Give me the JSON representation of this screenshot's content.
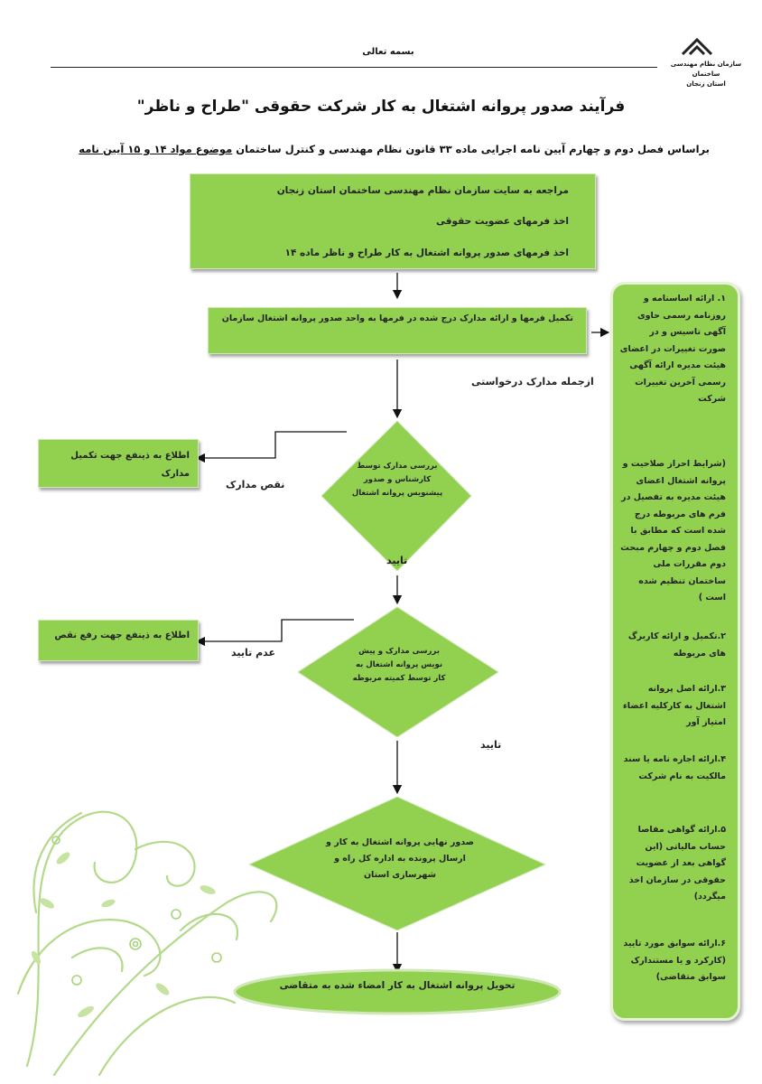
{
  "header": {
    "bismillah": "بسمه تعالی",
    "org_line1": "سازمان نظام مهندسی ساختمان",
    "org_line2": "استان زنجان"
  },
  "title": "فرآیند صدور پروانه اشتغال به کار شرکت حقوقی \"طراح و ناظر\"",
  "subtitle": {
    "part1": "براساس فصل دوم و چهارم آیین نامه اجرایی ماده ۳۳ قانون نظام مهندسی و کنترل ساختمان ",
    "part2": "موضوع مواد ۱۴ و ۱۵ آیین نامه"
  },
  "flow": {
    "step1_line1": "مراجعه به سایت سازمان نظام مهندسی ساختمان استان زنجان",
    "step1_line2": "اخذ فرمهای عضویت حقوقی",
    "step1_line3": "اخذ فرمهای صدور پروانه اشتغال به کار طراح و ناظر ماده ۱۴",
    "step2": "تکمیل فرمها و ارائه مدارک درج شده در فرمها به واحد صدور پروانه اشتغال سازمان",
    "docs_label": "ازجمله مدارک درخواستی",
    "decision1": "بررسی مدارک توسط کارشناس و صدور پیشنویس پروانه اشتغال",
    "decision1_no": "نقص مدارک",
    "decision1_no_box": "اطلاع به ذینفع جهت تکمیل مدارک",
    "decision1_yes": "تایید",
    "decision2": "بررسی مدارک و پیش نویس پروانه اشتغال به کار توسط کمیته مربوطه",
    "decision2_no": "عدم تایید",
    "decision2_no_box": "اطلاع به ذینفع جهت رفع نقص",
    "decision2_yes": "تایید",
    "decision3": "صدور نهایی پروانه اشتغال به کار و ارسال پرونده  به اداره کل راه و شهرسازی استان",
    "final": "تحویل پروانه اشتغال به کار امضاء شده به متقاضی"
  },
  "documents": [
    "۱. ارائه اساسنامه و روزنامه رسمی حاوی آگهی تاسیس و در صورت تغییرات در اعضای هیئت مدیره ارائه آگهی رسمی آخرین تغییرات شرکت",
    "(شرایط احراز صلاحیت و پروانه اشتغال اعضای هیئت مدیره به تفصیل در فرم های مربوطه درج شده است که مطابق با فصل دوم و چهارم مبحث دوم مقررات ملی ساختمان تنظیم شده است )",
    "۲.تکمیل و ارائه کاربرگ های مربوطه",
    "۳.ارائه اصل پروانه اشتغال به کارکلیه اعضاء امتیاز آور",
    "۴.ارائه اجاره نامه یا سند مالکیت به نام شرکت",
    "۵.ارائه گواهی مفاصا حساب مالیاتی (این گواهی بعد از عضویت حقوقی در سازمان اخذ میگردد)",
    "۶.ارائه سوابق مورد تایید (کارکرد و یا مستندارک سوابق متقاضی)"
  ],
  "colors": {
    "box_fill": "#92d050",
    "decoration": "#b5d98a"
  }
}
